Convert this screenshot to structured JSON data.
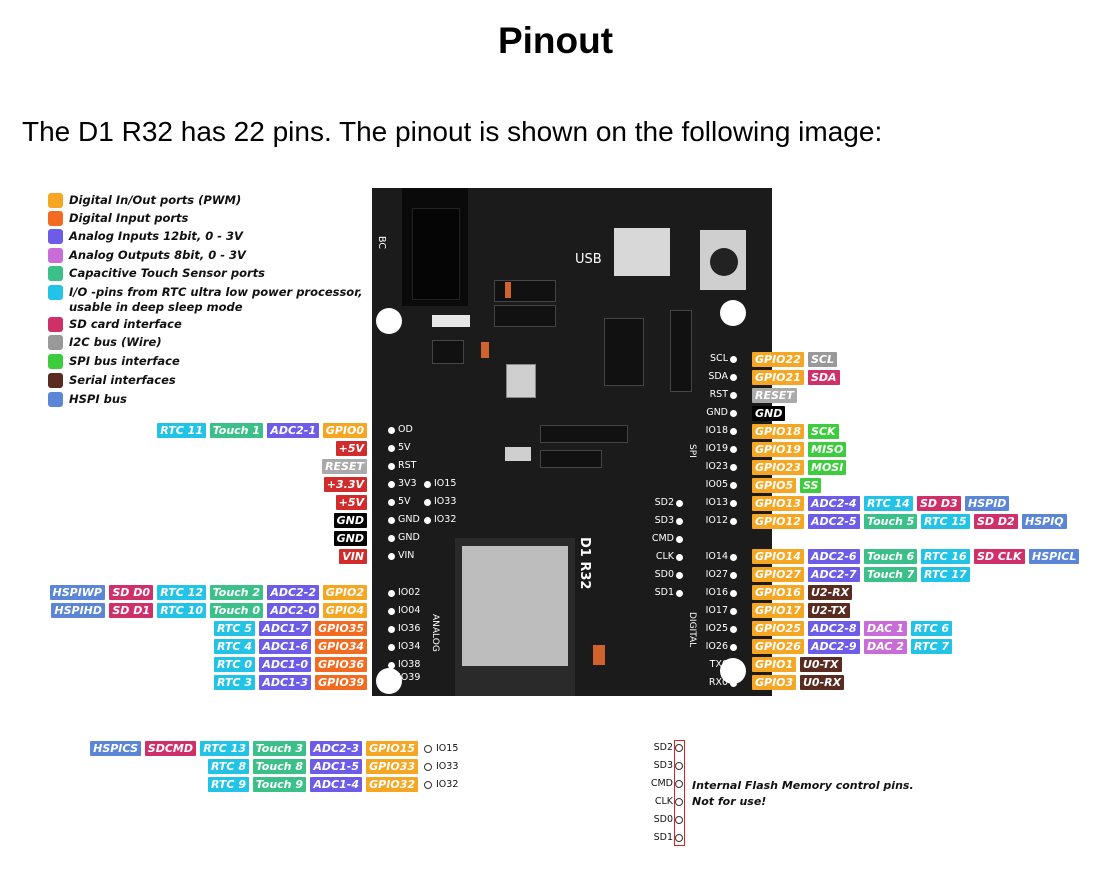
{
  "title": "Pinout",
  "intro": "The  D1 R32 has 22 pins. The pinout is shown on the following image:",
  "colors": {
    "pwm": "#f5a623",
    "digital_input": "#f26b21",
    "analog_in": "#6c5ce7",
    "analog_out": "#c86dd7",
    "touch": "#3cc08a",
    "rtc": "#22c3e6",
    "sd": "#d0306a",
    "i2c": "#999999",
    "spi": "#3dcc3d",
    "serial": "#5a2b21",
    "hspi": "#5b85d6",
    "power": "#d12b2b",
    "ground": "#000000",
    "reset": "#aaaaaa",
    "board": "#1b1b1b"
  },
  "legend": [
    {
      "label": "Digital In/Out ports (PWM)",
      "color": "#f5a623"
    },
    {
      "label": "Digital Input ports",
      "color": "#f26b21"
    },
    {
      "label": "Analog Inputs 12bit, 0 - 3V",
      "color": "#6c5ce7"
    },
    {
      "label": "Analog Outputs 8bit, 0 - 3V",
      "color": "#c86dd7"
    },
    {
      "label": "Capacitive Touch Sensor ports",
      "color": "#3cc08a"
    },
    {
      "label": "I/O -pins from RTC ultra low power processor,",
      "label2": "usable in deep sleep mode",
      "color": "#22c3e6"
    },
    {
      "label": "SD card interface",
      "color": "#d0306a"
    },
    {
      "label": "I2C bus (Wire)",
      "color": "#999999"
    },
    {
      "label": "SPI bus interface",
      "color": "#3dcc3d"
    },
    {
      "label": "Serial interfaces",
      "color": "#5a2b21"
    },
    {
      "label": "HSPI bus",
      "color": "#5b85d6"
    }
  ],
  "board": {
    "usb_label": "USB",
    "model_label": "D1 R32",
    "bc_label": "BC",
    "spi_label": "SPI",
    "analog_label": "ANALOG",
    "digital_label": "DIGITAL",
    "left_power_pins": [
      "OD",
      "5V",
      "RST",
      "3V3",
      "5V",
      "GND",
      "GND",
      "VIN"
    ],
    "mid_pins": [
      "IO15",
      "IO33",
      "IO32"
    ],
    "analog_pins": [
      "IO02",
      "IO04",
      "IO36",
      "IO34",
      "IO38",
      "IO39"
    ],
    "right_top_pins": [
      "SCL",
      "SDA",
      "RST",
      "GND",
      "IO18",
      "IO19",
      "IO23",
      "IO05",
      "IO13",
      "IO12"
    ],
    "right_bottom_pins": [
      "IO14",
      "IO27",
      "IO16",
      "IO17",
      "IO25",
      "IO26",
      "TX0",
      "RX0"
    ],
    "flash_pins_board": [
      "SD2",
      "SD3",
      "CMD",
      "CLK",
      "SD0",
      "SD1"
    ]
  },
  "left_rows": [
    [
      "RTC 11",
      "Touch 1",
      "ADC2-1",
      "GPIO0"
    ],
    [
      "+5V"
    ],
    [
      "RESET"
    ],
    [
      "+3.3V"
    ],
    [
      "+5V"
    ],
    [
      "GND"
    ],
    [
      "GND"
    ],
    [
      "VIN"
    ],
    [
      "HSPIWP",
      "SD D0",
      "RTC 12",
      "Touch 2",
      "ADC2-2",
      "GPIO2"
    ],
    [
      "HSPIHD",
      "SD D1",
      "RTC 10",
      "Touch 0",
      "ADC2-0",
      "GPIO4"
    ],
    [
      "RTC 5",
      "ADC1-7",
      "GPIO35"
    ],
    [
      "RTC 4",
      "ADC1-6",
      "GPIO34"
    ],
    [
      "RTC 0",
      "ADC1-0",
      "GPIO36"
    ],
    [
      "RTC 3",
      "ADC1-3",
      "GPIO39"
    ]
  ],
  "right_rows": [
    [
      "GPIO22",
      "SCL"
    ],
    [
      "GPIO21",
      "SDA"
    ],
    [
      "RESET"
    ],
    [
      "GND"
    ],
    [
      "GPIO18",
      "SCK"
    ],
    [
      "GPIO19",
      "MISO"
    ],
    [
      "GPIO23",
      "MOSI"
    ],
    [
      "GPIO5",
      "SS"
    ],
    [
      "GPIO13",
      "ADC2-4",
      "RTC 14",
      "SD D3",
      "HSPID"
    ],
    [
      "GPIO12",
      "ADC2-5",
      "Touch 5",
      "RTC 15",
      "SD D2",
      "HSPIQ"
    ],
    [
      "GPIO14",
      "ADC2-6",
      "Touch 6",
      "RTC 16",
      "SD CLK",
      "HSPICL"
    ],
    [
      "GPIO27",
      "ADC2-7",
      "Touch 7",
      "RTC 17"
    ],
    [
      "GPIO16",
      "U2-RX"
    ],
    [
      "GPIO17",
      "U2-TX"
    ],
    [
      "GPIO25",
      "ADC2-8",
      "DAC 1",
      "RTC 6"
    ],
    [
      "GPIO26",
      "ADC2-9",
      "DAC 2",
      "RTC 7"
    ],
    [
      "GPIO1",
      "U0-TX"
    ],
    [
      "GPIO3",
      "U0-RX"
    ]
  ],
  "bottom_rows": [
    {
      "tags": [
        "HSPICS",
        "SDCMD",
        "RTC 13",
        "Touch 3",
        "ADC2-3",
        "GPIO15"
      ],
      "pin": "IO15"
    },
    {
      "tags": [
        "RTC 8",
        "Touch 8",
        "ADC1-5",
        "GPIO33"
      ],
      "pin": "IO33"
    },
    {
      "tags": [
        "RTC 9",
        "Touch 9",
        "ADC1-4",
        "GPIO32"
      ],
      "pin": "IO32"
    }
  ],
  "flash": {
    "pins": [
      "SD2",
      "SD3",
      "CMD",
      "CLK",
      "SD0",
      "SD1"
    ],
    "note1": "Internal Flash Memory control pins.",
    "note2": "Not for use!"
  }
}
